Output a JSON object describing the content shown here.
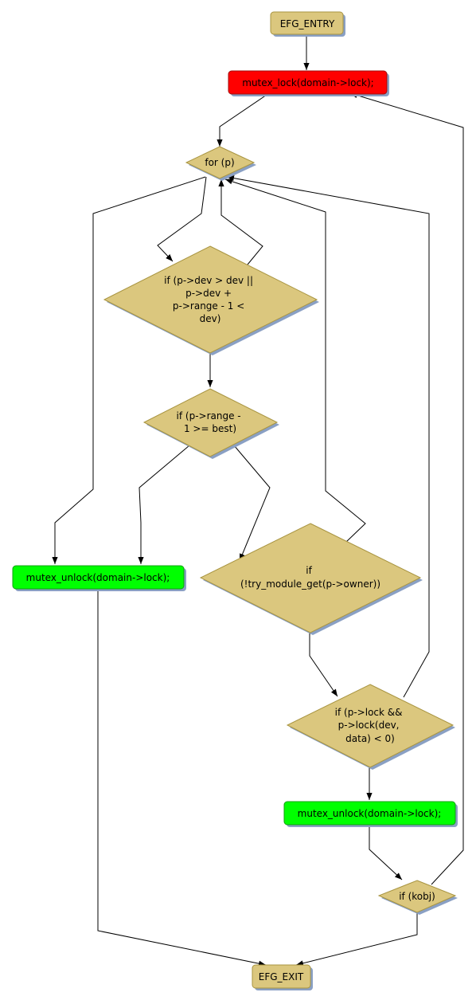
{
  "colors": {
    "entry_fill": "#dbc77e",
    "mutex_lock_fill": "#ff0000",
    "mutex_unlock_fill": "#00ff00",
    "decision_fill": "#dbc77e",
    "shadow": "#8aa0c4"
  },
  "nodes": {
    "entry": {
      "lines": [
        "EFG_ENTRY"
      ]
    },
    "lock": {
      "lines": [
        "mutex_lock(domain->lock);"
      ]
    },
    "for_p": {
      "lines": [
        "for (p)"
      ]
    },
    "dev_cmp": {
      "lines": [
        "if (p->dev > dev ||",
        "p->dev +",
        "p->range - 1 <",
        "dev)"
      ]
    },
    "range_best": {
      "lines": [
        "if (p->range -",
        "1 >= best)"
      ]
    },
    "unlock1": {
      "lines": [
        "mutex_unlock(domain->lock);"
      ]
    },
    "try_module": {
      "lines": [
        "if",
        "(!try_module_get(p->owner))"
      ]
    },
    "lock_data": {
      "lines": [
        "if (p->lock &&",
        "p->lock(dev,",
        "data) < 0)"
      ]
    },
    "unlock2": {
      "lines": [
        "mutex_unlock(domain->lock);"
      ]
    },
    "kobj": {
      "lines": [
        "if (kobj)"
      ]
    },
    "exit": {
      "lines": [
        "EFG_EXIT"
      ]
    }
  }
}
